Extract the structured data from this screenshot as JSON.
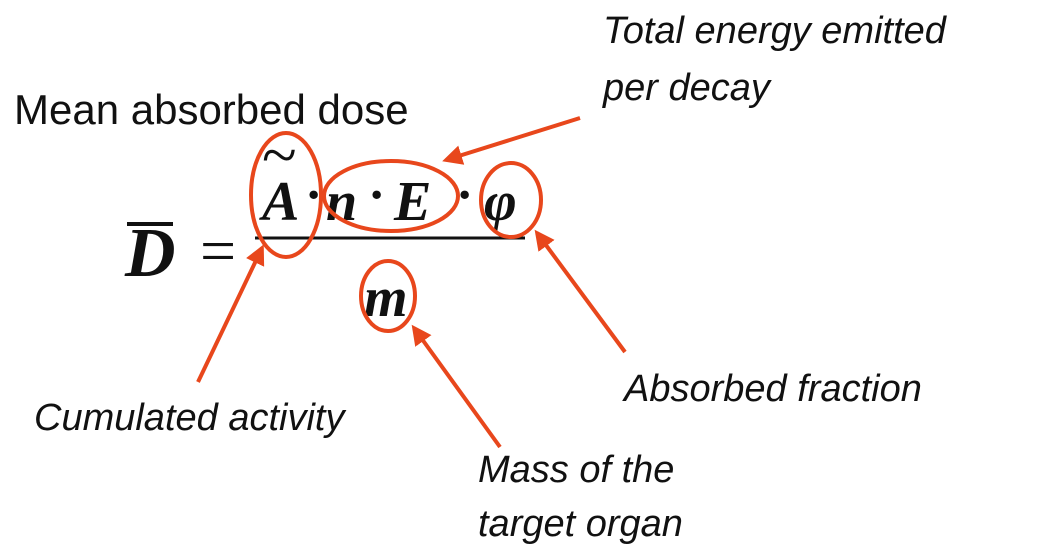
{
  "heading": "Mean absorbed dose",
  "formula": {
    "lhs": "D",
    "equals": "=",
    "tilde": "~",
    "activity": "A",
    "dot": "·",
    "n": "n",
    "energy": "E",
    "fraction": "φ",
    "mass": "m"
  },
  "annotations": {
    "energy_line1": "Total energy emitted",
    "energy_line2": "per decay",
    "absorbed_fraction": "Absorbed fraction",
    "cumulated_activity": "Cumulated activity",
    "mass_line1": "Mass of the",
    "mass_line2": "target organ"
  },
  "colors": {
    "highlight": "#e8471c",
    "text": "#111111"
  }
}
